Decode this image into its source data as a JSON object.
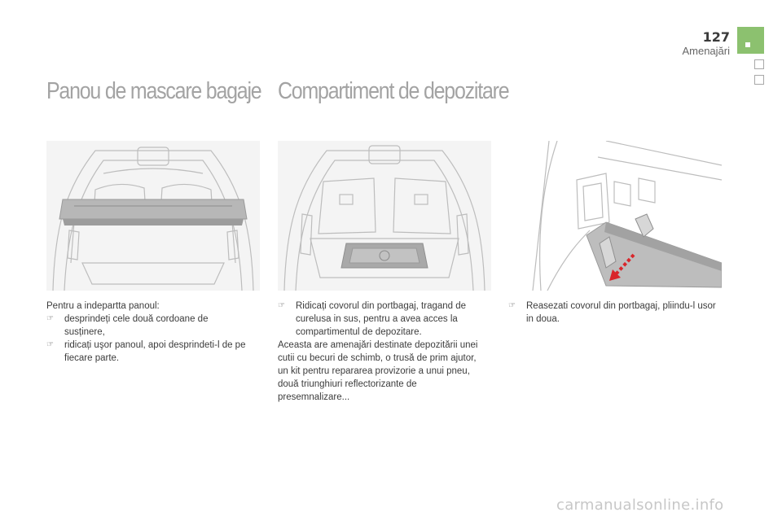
{
  "header": {
    "page_number": "127",
    "section_name": "Amenajări",
    "accent_color": "#8cc16f"
  },
  "left_section": {
    "title": "Panou de mascare bagaje",
    "intro": "Pentru a indepartta panoul:",
    "bullets": [
      "desprindeți cele două cordoane de susținere,",
      "ridicați uşor panoul, apoi desprindeti-l de pe fiecare parte."
    ],
    "image_icon": "trunk-parcel-shelf-illustration"
  },
  "middle_section": {
    "title": "Compartiment de depozitare",
    "bullets": [
      "Ridicați covorul din portbagaj, tragand de curelusa in sus, pentru a avea acces la compartimentul de depozitare."
    ],
    "paragraph": "Aceasta are amenajări destinate depozitării unei cutii cu becuri de schimb, o trusă de prim ajutor, un kit pentru repararea provizorie a unui pneu, două triunghiuri reflectorizante de presemnalizare...",
    "image_icon": "trunk-storage-compartment-illustration"
  },
  "right_section": {
    "bullets": [
      "Reasezati covorul din portbagaj, pliindu-l usor in doua."
    ],
    "image_icon": "folding-trunk-carpet-illustration"
  },
  "bullet_icon": "pointing-finger-icon",
  "watermark": "carmanualsonline.info"
}
